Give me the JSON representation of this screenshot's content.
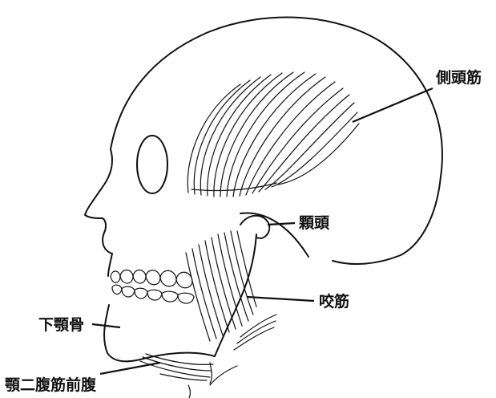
{
  "labels": {
    "temporalis": "側頭筋",
    "condyle": "顆頭",
    "masseter": "咬筋",
    "mandible": "下顎骨",
    "digastric_anterior": "顎二腹筋前腹"
  }
}
